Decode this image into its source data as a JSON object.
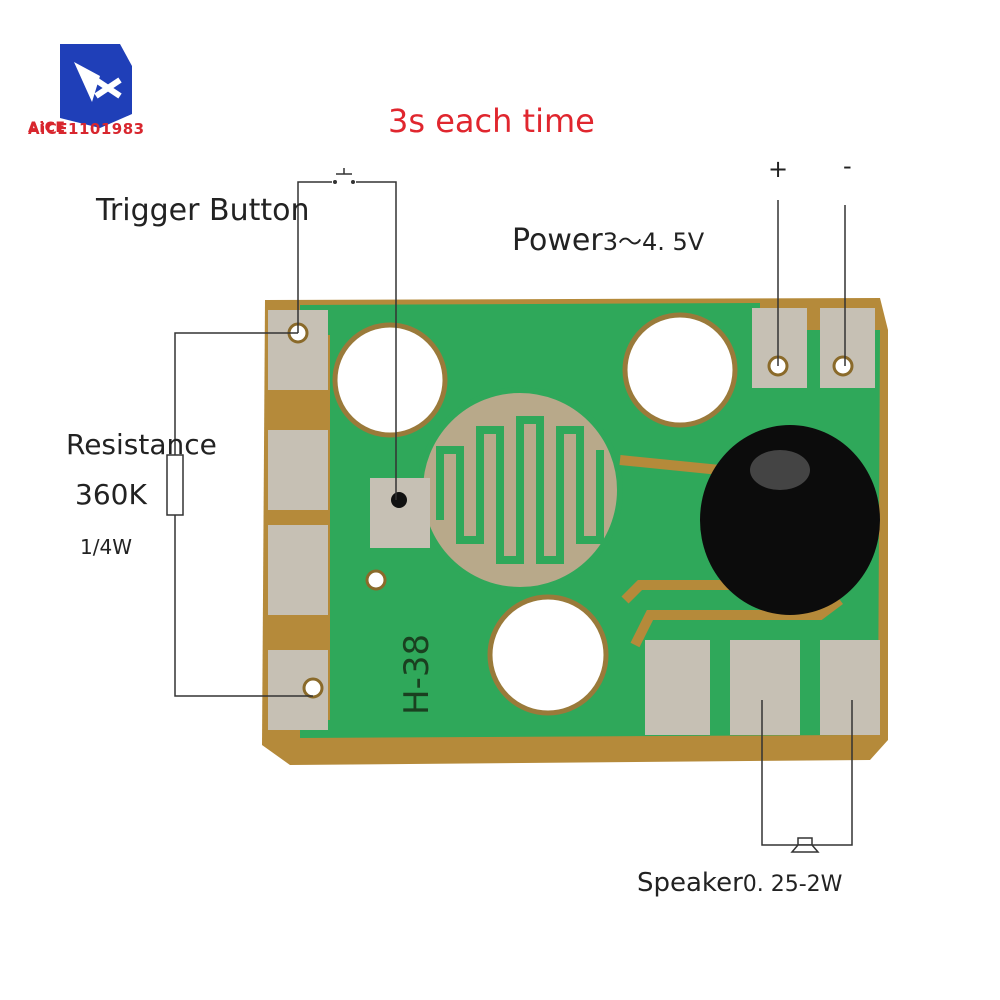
{
  "brand": {
    "logo_text": "AiCE1101983",
    "color_blue": "#1f3fb8",
    "color_red": "#d8262e"
  },
  "caption": "3s each time",
  "labels": {
    "trigger_button": "Trigger Button",
    "power": "Power",
    "power_voltage": "3～4. 5V",
    "plus": "+",
    "minus": "-",
    "resistance": "Resistance",
    "resistance_value": "360K",
    "resistance_power": "1/4W",
    "speaker": "Speaker",
    "speaker_power": "0. 25-2W",
    "board_marking": "H-38"
  },
  "colors": {
    "caption": "#e0262e",
    "pcb_green": "#2fa85a",
    "pcb_copper": "#b58a3a",
    "pad_silver": "#c6c0b4",
    "wire": "#333333"
  }
}
